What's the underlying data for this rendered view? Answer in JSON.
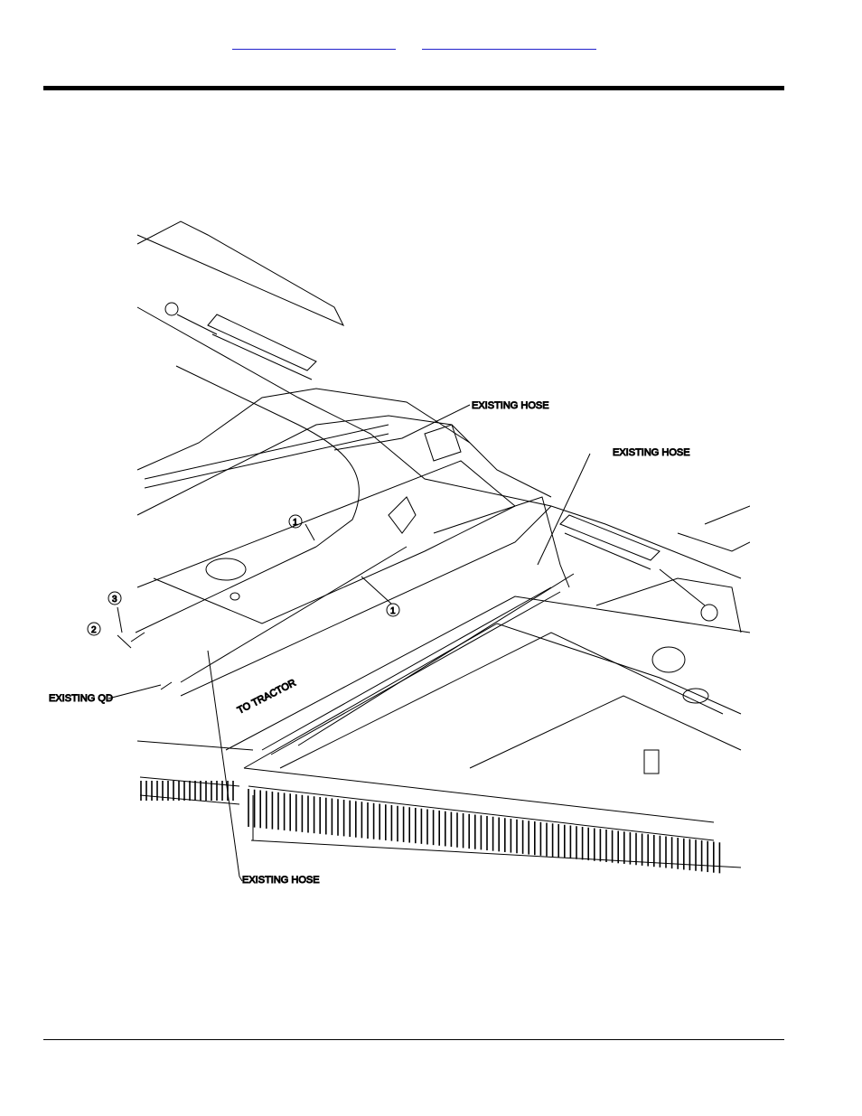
{
  "header": {
    "link_a": "",
    "link_b": ""
  },
  "drawing": {
    "labels": {
      "existing_hose_top": "EXISTING HOSE",
      "existing_hose_right": "EXISTING HOSE",
      "existing_hose_bottom": "EXISTING HOSE",
      "existing_qd": "EXISTING QD",
      "to_tractor": "TO TRACTOR"
    },
    "callouts": {
      "item1_upper": "1",
      "item1_lower": "1",
      "item2": "2",
      "item3": "3"
    }
  }
}
